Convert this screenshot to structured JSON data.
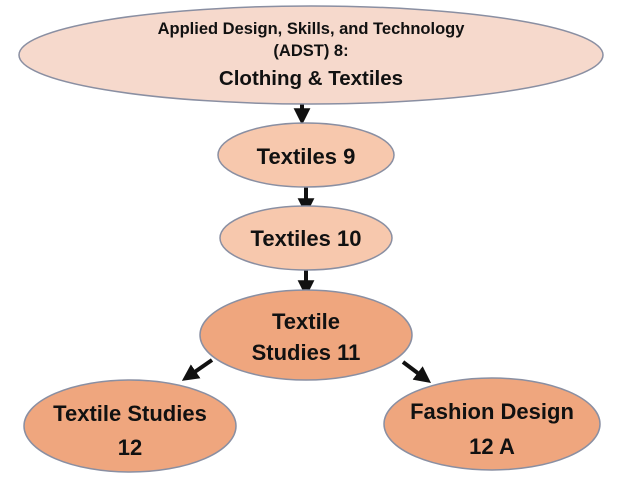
{
  "colors": {
    "root_fill": "#f6d9cc",
    "light_fill": "#f7c8ad",
    "mid_fill": "#efa67e",
    "outline": "#8a8fa2",
    "arrow": "#111111"
  },
  "nodes": {
    "root": {
      "line1": "Applied Design, Skills, and Technology",
      "line2": "(ADST) 8:",
      "line3": "Clothing & Textiles"
    },
    "textiles9": {
      "label": "Textiles 9"
    },
    "textiles10": {
      "label": "Textiles 10"
    },
    "textile_studies_11": {
      "line1": "Textile",
      "line2": "Studies 11"
    },
    "textile_studies_12": {
      "line1": "Textile Studies",
      "line2": "12"
    },
    "fashion_design_12a": {
      "line1": "Fashion Design",
      "line2": "12 A"
    }
  },
  "edges": [
    {
      "from": "root",
      "to": "textiles9"
    },
    {
      "from": "textiles9",
      "to": "textiles10"
    },
    {
      "from": "textiles10",
      "to": "textile_studies_11"
    },
    {
      "from": "textile_studies_11",
      "to": "textile_studies_12"
    },
    {
      "from": "textile_studies_11",
      "to": "fashion_design_12a"
    }
  ]
}
